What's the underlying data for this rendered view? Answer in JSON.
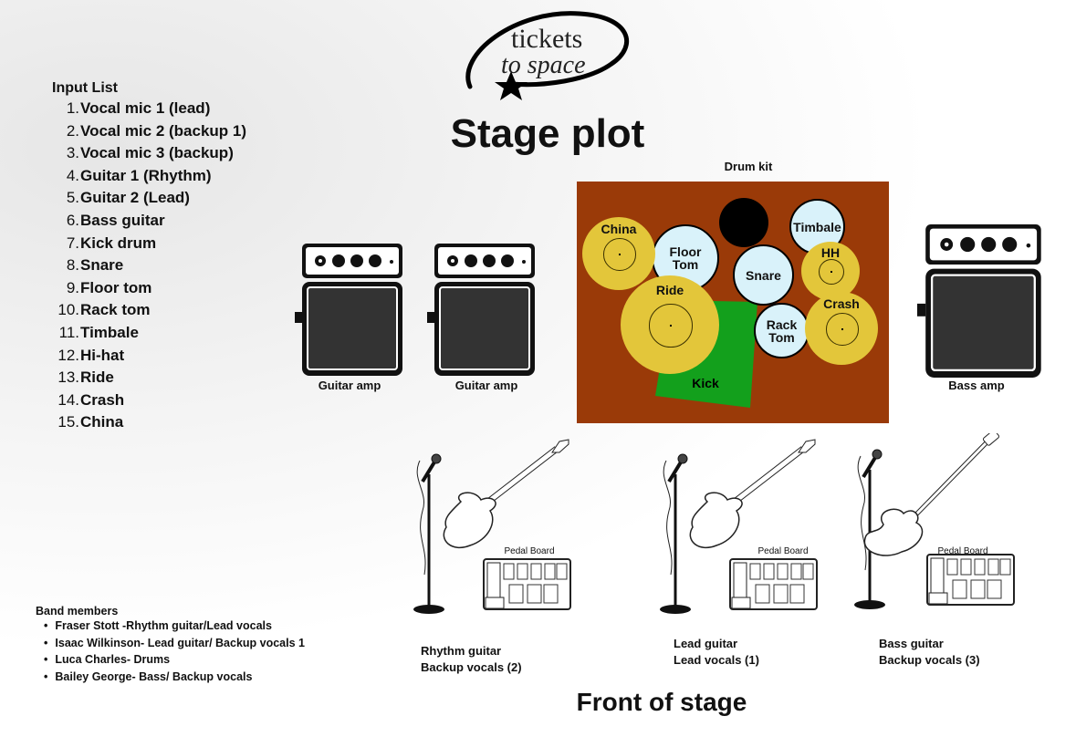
{
  "logo": {
    "line1": "tickets",
    "line2": "to space"
  },
  "title": "Stage plot",
  "input_list": {
    "heading": "Input List",
    "items": [
      {
        "n": "1.",
        "label": "Vocal mic 1 (lead)"
      },
      {
        "n": "2.",
        "label": "Vocal mic 2 (backup 1)"
      },
      {
        "n": "3.",
        "label": "Vocal mic 3 (backup)"
      },
      {
        "n": "4.",
        "label": "Guitar 1 (Rhythm)"
      },
      {
        "n": "5.",
        "label": "Guitar 2 (Lead)"
      },
      {
        "n": "6.",
        "label": "Bass guitar"
      },
      {
        "n": "7.",
        "label": "Kick drum"
      },
      {
        "n": "8.",
        "label": "Snare"
      },
      {
        "n": "9.",
        "label": "Floor tom"
      },
      {
        "n": "10.",
        "label": "Rack tom"
      },
      {
        "n": "11.",
        "label": "Timbale"
      },
      {
        "n": "12.",
        "label": "Hi-hat"
      },
      {
        "n": "13.",
        "label": "Ride"
      },
      {
        "n": "14.",
        "label": "Crash"
      },
      {
        "n": "15.",
        "label": "China"
      }
    ]
  },
  "drum_kit": {
    "label": "Drum kit",
    "pieces": {
      "china": "China",
      "floor_tom": "Floor\nTom",
      "timbale": "Timbale",
      "snare": "Snare",
      "hh": "HH",
      "ride": "Ride",
      "rack_tom": "Rack\nTom",
      "crash": "Crash",
      "kick": "Kick"
    },
    "colors": {
      "floor": "#9a3a08",
      "drum": "#d9f2fa",
      "cymbal": "#e3c63a",
      "kick": "#13a01c"
    }
  },
  "amps": {
    "guitar_amp_1": "Guitar amp",
    "guitar_amp_2": "Guitar amp",
    "bass_amp": "Bass amp"
  },
  "pedal_board_label": "Pedal Board",
  "positions": [
    {
      "line1": "Rhythm guitar",
      "line2": "Backup vocals (2)"
    },
    {
      "line1": "Lead guitar",
      "line2": "Lead vocals (1)"
    },
    {
      "line1": "Bass guitar",
      "line2": "Backup vocals (3)"
    }
  ],
  "front_of_stage": "Front of stage",
  "band": {
    "heading": "Band members",
    "members": [
      "Fraser Stott -Rhythm guitar/Lead vocals",
      "Isaac Wilkinson- Lead guitar/ Backup vocals 1",
      "Luca Charles- Drums",
      "Bailey George- Bass/ Backup vocals"
    ]
  }
}
